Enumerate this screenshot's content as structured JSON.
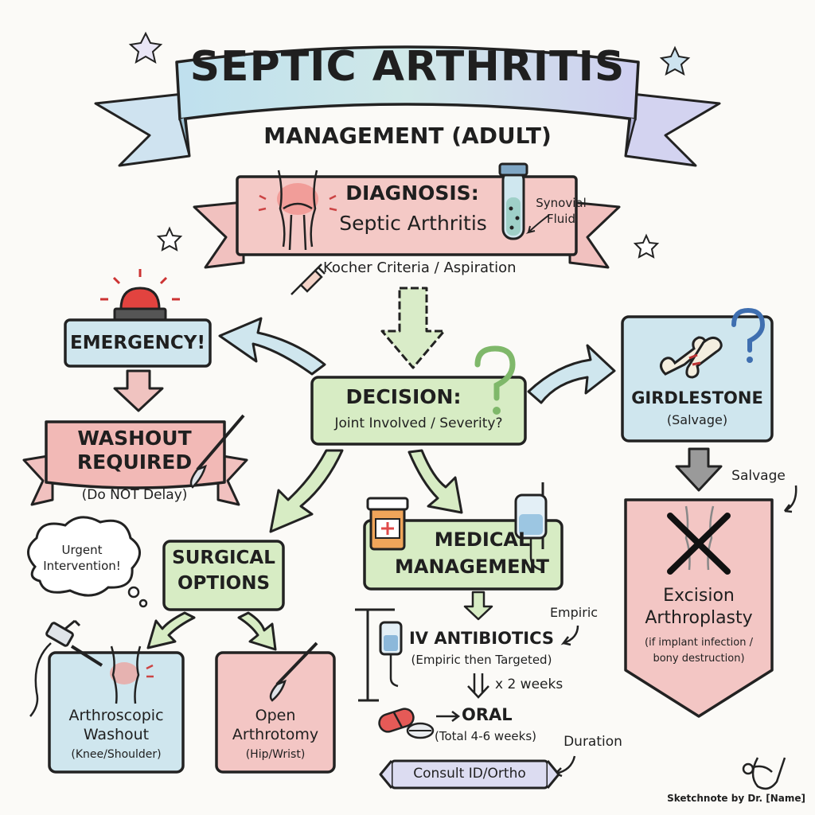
{
  "header": {
    "title": "SEPTIC ARTHRITIS",
    "subtitle": "MANAGEMENT (ADULT)"
  },
  "diagnosis": {
    "title": "DIAGNOSIS:",
    "name": "Septic Arthritis",
    "fluid_label_1": "Synovial",
    "fluid_label_2": "Fluid",
    "criteria": "Kocher Criteria / Aspiration"
  },
  "decision": {
    "title": "DECISION:",
    "question": "Joint Involved / Severity?"
  },
  "emergency": {
    "label": "EMERGENCY!",
    "washout_1": "WASHOUT",
    "washout_2": "REQUIRED",
    "washout_note": "(Do NOT Delay)",
    "cloud_1": "Urgent",
    "cloud_2": "Intervention!"
  },
  "surgical": {
    "title_1": "SURGICAL",
    "title_2": "OPTIONS",
    "arthroscopic_1": "Arthroscopic",
    "arthroscopic_2": "Washout",
    "arthroscopic_note": "(Knee/Shoulder)",
    "open_1": "Open",
    "open_2": "Arthrotomy",
    "open_note": "(Hip/Wrist)"
  },
  "medical": {
    "title_1": "MEDICAL",
    "title_2": "MANAGEMENT",
    "iv_title": "IV ANTIBIOTICS",
    "iv_note": "(Empiric then Targeted)",
    "empiric": "Empiric",
    "duration_iv": "x 2 weeks",
    "oral_title": "ORAL",
    "oral_note": "(Total 4-6 weeks)",
    "duration_label": "Duration",
    "consult": "Consult ID/Ortho"
  },
  "girdlestone": {
    "title": "GIRDLESTONE",
    "note": "(Salvage)",
    "salvage": "Salvage",
    "excision_1": "Excision",
    "excision_2": "Arthroplasty",
    "excision_note_1": "(if implant infection /",
    "excision_note_2": "bony destruction)"
  },
  "footer": {
    "signature": "Sketchnote by Dr. [Name]"
  },
  "colors": {
    "red_fill": "#f3c6c4",
    "blue_fill": "#cfe6ee",
    "green_fill": "#d7ecc4",
    "purple_fill": "#dcdcf1",
    "ink": "#222222"
  }
}
